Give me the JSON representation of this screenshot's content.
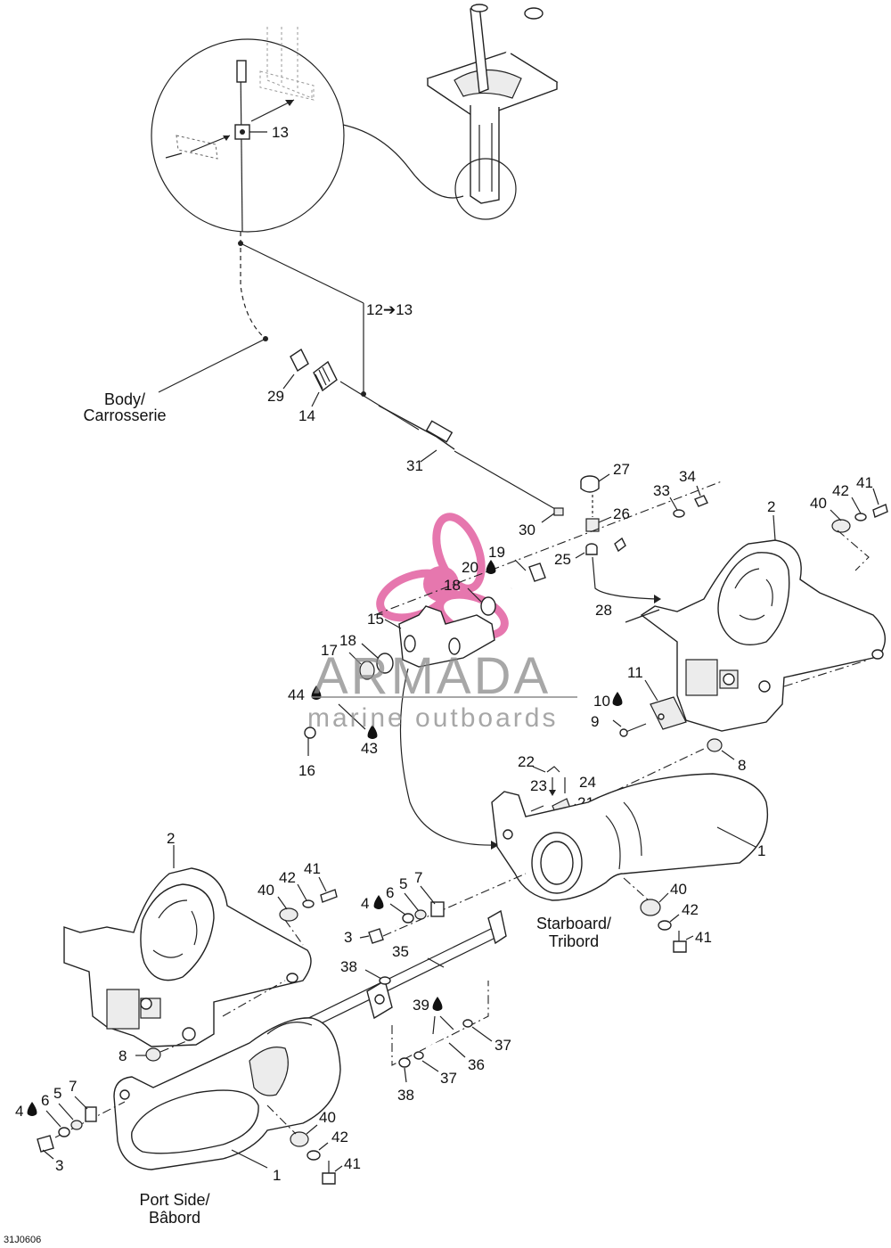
{
  "labels": {
    "body_line1": "Body/",
    "body_line2": "Carrosserie",
    "starboard_line1": "Starboard/",
    "starboard_line2": "Tribord",
    "port_line1": "Port Side/",
    "port_line2": "Bâbord",
    "drawing_code": "31J0606"
  },
  "watermark": {
    "brand": "ARMADA",
    "tagline": "marine outboards",
    "color_logo": "#e0569a",
    "color_text": "#8a8a8a"
  },
  "callouts": {
    "c13": "13",
    "c12_13": "12➔13",
    "c29": "29",
    "c14": "14",
    "c31": "31",
    "c27": "27",
    "c26": "26",
    "c30": "30",
    "c25": "25",
    "c33": "33",
    "c34": "34",
    "c2_top": "2",
    "c40_top": "40",
    "c42_top": "42",
    "c41_top": "41",
    "c19": "19",
    "c20": "20",
    "c18_a": "18",
    "c28": "28",
    "c15": "15",
    "c17": "17",
    "c18_b": "18",
    "c11": "11",
    "c44": "44",
    "c10": "10",
    "c9": "9",
    "c43": "43",
    "c16": "16",
    "c8_right": "8",
    "c22": "22",
    "c23": "23",
    "c24": "24",
    "c21": "21",
    "c1_right": "1",
    "c2_left": "2",
    "c40_left": "40",
    "c42_left": "42",
    "c41_left": "41",
    "c4_mid": "4",
    "c6_mid": "6",
    "c5_mid": "5",
    "c7_mid": "7",
    "c40_mid": "40",
    "c42_mid": "42",
    "c41_mid": "41",
    "c3_mid": "3",
    "c38_a": "38",
    "c35": "35",
    "c39": "39",
    "c37_a": "37",
    "c36": "36",
    "c37_b": "37",
    "c38_b": "38",
    "c8_left": "8",
    "c4_low": "4",
    "c6_low": "6",
    "c5_low": "5",
    "c7_low": "7",
    "c40_low": "40",
    "c42_low": "42",
    "c3_low": "3",
    "c41_low": "41",
    "c1_left": "1"
  }
}
